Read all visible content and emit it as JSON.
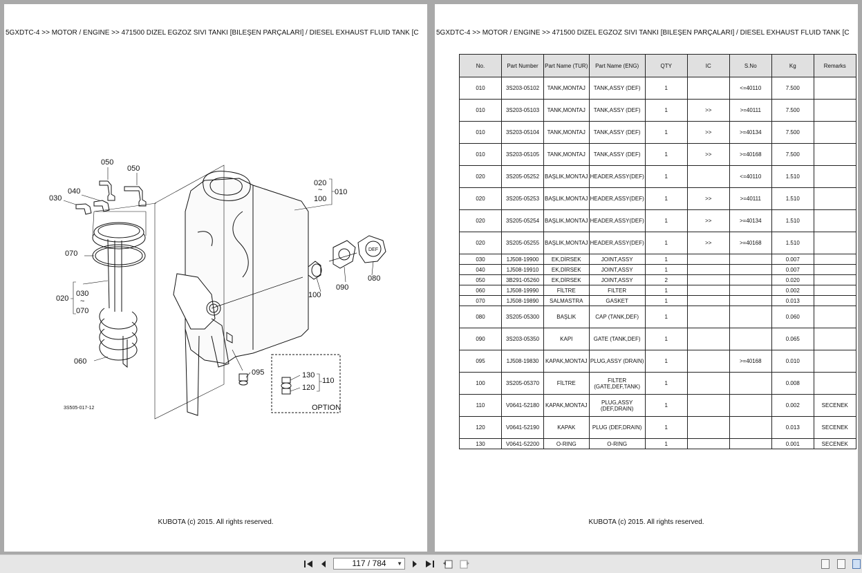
{
  "header_left": "5GXDTC-4 >> MOTOR / ENGINE >> 471500   DİZEL EGZOZ SIVI TANKI [BİLEŞEN PARÇALARI] / DIESEL EXHAUST FLUID TANK [C",
  "header_right": "5GXDTC-4 >> MOTOR / ENGINE >> 471500   DİZEL EGZOZ SIVI TANKI [BİLEŞEN PARÇALARI] / DIESEL EXHAUST FLUID TANK [C",
  "footer": "KUBOTA (c) 2015. All rights reserved.",
  "diagram": {
    "labels": [
      "050",
      "050",
      "040",
      "030",
      "020",
      "100",
      "010",
      "070",
      "020",
      "030",
      "070",
      "060",
      "100",
      "090",
      "080",
      "095",
      "130",
      "120",
      "110"
    ],
    "tilde": "~",
    "option": "OPTION",
    "code": "3S505-017-12",
    "cap_text": "DEF"
  },
  "table": {
    "headers": [
      "No.",
      "Part Number",
      "Part Name (TUR)",
      "Part Name (ENG)",
      "QTY",
      "IC",
      "S.No",
      "Kg",
      "Remarks"
    ],
    "rows": [
      [
        "010",
        "3S203-05102",
        "TANK,MONTAJ",
        "TANK,ASSY (DEF)",
        "1",
        "",
        "<=40110",
        "7.500",
        ""
      ],
      [
        "010",
        "3S203-05103",
        "TANK,MONTAJ",
        "TANK,ASSY (DEF)",
        "1",
        ">>",
        ">=40111",
        "7.500",
        ""
      ],
      [
        "010",
        "3S203-05104",
        "TANK,MONTAJ",
        "TANK,ASSY (DEF)",
        "1",
        ">>",
        ">=40134",
        "7.500",
        ""
      ],
      [
        "010",
        "3S203-05105",
        "TANK,MONTAJ",
        "TANK,ASSY (DEF)",
        "1",
        ">>",
        ">=40168",
        "7.500",
        ""
      ],
      [
        "020",
        "3S205-05252",
        "BAŞLIK,MONTAJ",
        "HEADER,ASSY(DEF)",
        "1",
        "",
        "<=40110",
        "1.510",
        ""
      ],
      [
        "020",
        "3S205-05253",
        "BAŞLIK,MONTAJ",
        "HEADER,ASSY(DEF)",
        "1",
        ">>",
        ">=40111",
        "1.510",
        ""
      ],
      [
        "020",
        "3S205-05254",
        "BAŞLIK,MONTAJ",
        "HEADER,ASSY(DEF)",
        "1",
        ">>",
        ">=40134",
        "1.510",
        ""
      ],
      [
        "020",
        "3S205-05255",
        "BAŞLIK,MONTAJ",
        "HEADER,ASSY(DEF)",
        "1",
        ">>",
        ">=40168",
        "1.510",
        ""
      ],
      [
        "030",
        "1J508-19900",
        "EK,DİRSEK",
        "JOINT,ASSY",
        "1",
        "",
        "",
        "0.007",
        ""
      ],
      [
        "040",
        "1J508-19910",
        "EK,DİRSEK",
        "JOINT,ASSY",
        "1",
        "",
        "",
        "0.007",
        ""
      ],
      [
        "050",
        "3B291-05260",
        "EK,DİRSEK",
        "JOINT,ASSY",
        "2",
        "",
        "",
        "0.020",
        ""
      ],
      [
        "060",
        "1J508-19990",
        "FİLTRE",
        "FILTER",
        "1",
        "",
        "",
        "0.002",
        ""
      ],
      [
        "070",
        "1J508-19890",
        "SALMASTRA",
        "GASKET",
        "1",
        "",
        "",
        "0.013",
        ""
      ],
      [
        "080",
        "3S205-05300",
        "BAŞLIK",
        "CAP (TANK,DEF)",
        "1",
        "",
        "",
        "0.060",
        ""
      ],
      [
        "090",
        "3S203-05350",
        "KAPI",
        "GATE (TANK,DEF)",
        "1",
        "",
        "",
        "0.065",
        ""
      ],
      [
        "095",
        "1J508-19830",
        "KAPAK,MONTAJ",
        "PLUG,ASSY (DRAIN)",
        "1",
        "",
        ">=40168",
        "0.010",
        ""
      ],
      [
        "100",
        "3S205-05370",
        "FİLTRE",
        "FILTER (GATE,DEF,TANK)",
        "1",
        "",
        "",
        "0.008",
        ""
      ],
      [
        "110",
        "V0641-52180",
        "KAPAK,MONTAJ",
        "PLUG,ASSY (DEF,DRAIN)",
        "1",
        "",
        "",
        "0.002",
        "SECENEK"
      ],
      [
        "120",
        "V0641-52190",
        "KAPAK",
        "PLUG (DEF,DRAIN)",
        "1",
        "",
        "",
        "0.013",
        "SECENEK"
      ],
      [
        "130",
        "V0641-52200",
        "O-RING",
        "O-RING",
        "1",
        "",
        "",
        "0.001",
        "SECENEK"
      ]
    ]
  },
  "toolbar": {
    "page_indicator": "117 / 784",
    "first_icon": "first-page-icon",
    "prev_icon": "previous-page-icon",
    "next_icon": "next-page-icon",
    "last_icon": "last-page-icon"
  }
}
